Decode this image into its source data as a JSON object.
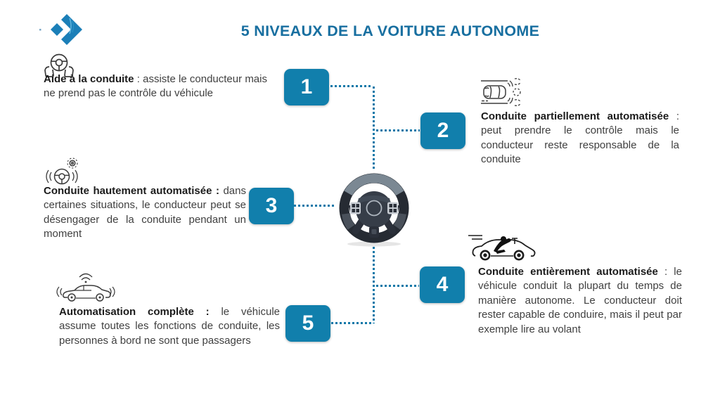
{
  "title": "5 NIVEAUX DE LA VOITURE AUTONOME",
  "colors": {
    "accent_box": "#117fac",
    "title_color": "#186fa0",
    "connector": "#1278a8",
    "body_text": "#404040",
    "lead_text": "#1b1b1b"
  },
  "center_image": "steering-wheel-photo",
  "logo": {
    "name": "brand-logo",
    "color": "#1b7fb8"
  },
  "levels": [
    {
      "number": "1",
      "icon": "hands-on-steering-wheel-icon",
      "lead": "Aide à la conduite",
      "rest": " : assiste le conducteur mais ne prend pas le contrôle du véhicule"
    },
    {
      "number": "2",
      "icon": "car-top-view-sensors-icon",
      "lead": "Conduite partiellement automatisée",
      "rest": " : peut prendre le contrôle mais le conducteur reste responsable de la conduite"
    },
    {
      "number": "3",
      "icon": "steering-wheel-signal-gear-icon",
      "lead": "Conduite hautement automatisée :",
      "rest": " dans certaines situations, le conducteur peut se désengager de la conduite pendant un moment"
    },
    {
      "number": "4",
      "icon": "car-reclined-driver-icon",
      "lead": "Conduite entièrement automatisée",
      "rest": " : le véhicule conduit la plupart du temps de manière autonome. Le conducteur doit rester capable de conduire, mais il peut par exemple lire au volant"
    },
    {
      "number": "5",
      "icon": "connected-car-side-icon",
      "lead": "Automatisation complète :",
      "rest": " le véhicule assume toutes les fonctions de conduite, les personnes à bord ne sont que passagers"
    }
  ]
}
